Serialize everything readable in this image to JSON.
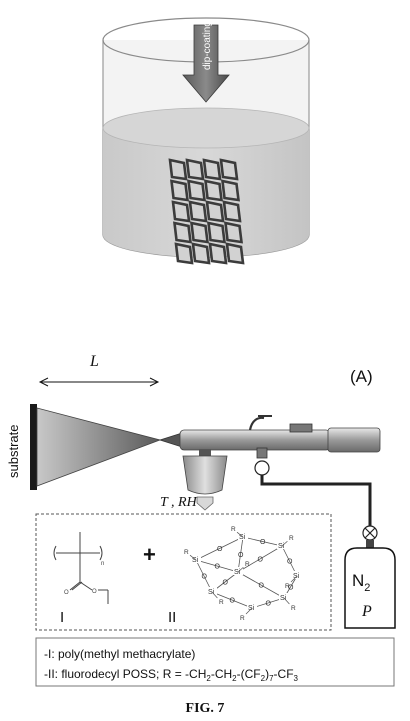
{
  "figure": {
    "caption": "FIG. 7",
    "panel_label": "(A)"
  },
  "top_panel": {
    "arrow_label": "dip-coating"
  },
  "bottom_panel": {
    "distance_label": "L",
    "substrate_label": "substrate",
    "reservoir_label": "T , RH",
    "gas_label": "N",
    "gas_subscript": "2",
    "pressure_label": "P",
    "plus_sign": "+",
    "component_1_numeral": "I",
    "component_2_numeral": "II",
    "poss_atoms": {
      "si": "Si",
      "o": "O",
      "r": "R"
    },
    "legend": {
      "line_1": "-I: poly(methyl methacrylate)",
      "line_2_prefix": "-II: fluorodecyl POSS; R = -CH",
      "sub_2": "2",
      "dash_ch": "-CH",
      "dash_open": "-(CF",
      "close_paren": ")",
      "sub_7": "7",
      "dash_cf": "-CF",
      "sub_3": "3"
    }
  }
}
